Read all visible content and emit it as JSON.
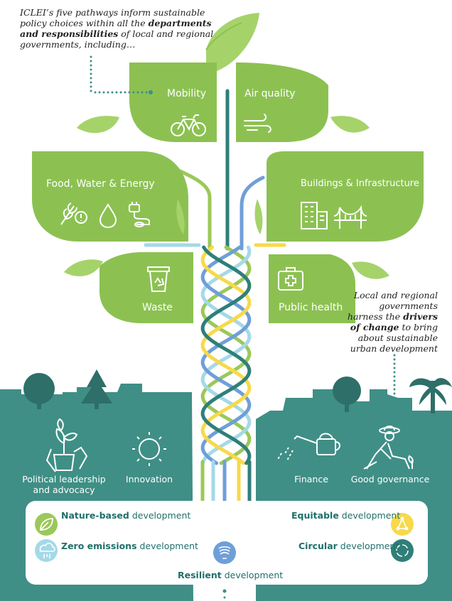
{
  "intro_note": {
    "line1": "ICLEI’s five pathways inform sustainable",
    "line2_pre": "policy choices within all the ",
    "line2_bold": "departments",
    "line3_bold": "and responsibilities",
    "line3_post": " of local and regional",
    "line4": "governments, including…"
  },
  "drivers_note": {
    "line1": "Local and regional",
    "line2": "governments",
    "line3_pre": "harness the ",
    "line3_bold": "drivers",
    "line4_bold": "of change",
    "line4_post": " to bring",
    "line5": "about sustainable",
    "line6": "urban development"
  },
  "departments": {
    "mobility": "Mobility",
    "air_quality": "Air quality",
    "food_water_energy": "Food, Water & Energy",
    "buildings": "Buildings & Infrastructure",
    "waste": "Waste",
    "public_health": "Public health"
  },
  "drivers": {
    "political_line1": "Political leadership",
    "political_line2": "and advocacy",
    "innovation": "Innovation",
    "finance": "Finance",
    "governance": "Good governance"
  },
  "pathways": {
    "nature_bold": "Nature-based",
    "nature_rest": " development",
    "zero_bold": "Zero emissions",
    "zero_rest": " development",
    "resilient_bold": "Resilient",
    "resilient_rest": " development",
    "equitable_bold": "Equitable",
    "equitable_rest": " development",
    "circular_bold": "Circular",
    "circular_rest": " development"
  },
  "icons": {
    "mobility": "bicycle-icon",
    "air_quality": "wind-icon",
    "food": "wheat-icon",
    "water": "water-drop-icon",
    "energy": "plug-icon",
    "buildings": "building-icon",
    "infrastructure": "bridge-icon",
    "waste": "recycle-bin-icon",
    "health": "first-aid-kit-icon",
    "political": "plant-hands-icon",
    "innovation": "sun-icon",
    "finance": "watering-can-icon",
    "governance": "gardener-icon",
    "nature": "leaf-icon",
    "zero": "cloud-icon",
    "resilient": "shield-wave-icon",
    "equitable": "network-icon",
    "circular": "circular-arrows-icon"
  },
  "colors": {
    "leaf": "#8cc152",
    "leaf_light": "#a5d36a",
    "teal": "#3f8f86",
    "teal_dark": "#2e6f69",
    "pathway_green": "#9bc85a",
    "pathway_cyan": "#a4d9e8",
    "pathway_blue": "#6f9fd8",
    "pathway_yellow": "#f7d94a",
    "pathway_teal": "#2f7f78"
  }
}
